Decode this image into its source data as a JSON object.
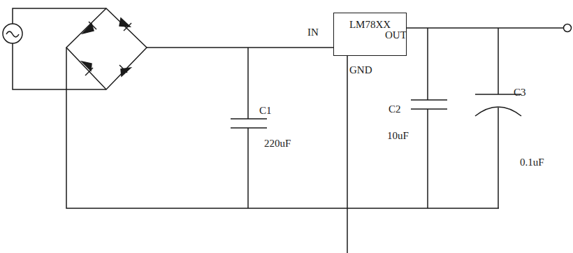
{
  "diagram": {
    "nodes": [
      {
        "text": [
          "LM78XX"
        ]
      }
    ],
    "labels": [
      "IN",
      "OUT",
      "GND",
      "C1",
      "220uF",
      "C2",
      "10uF",
      "C3",
      "0.1uF"
    ]
  }
}
